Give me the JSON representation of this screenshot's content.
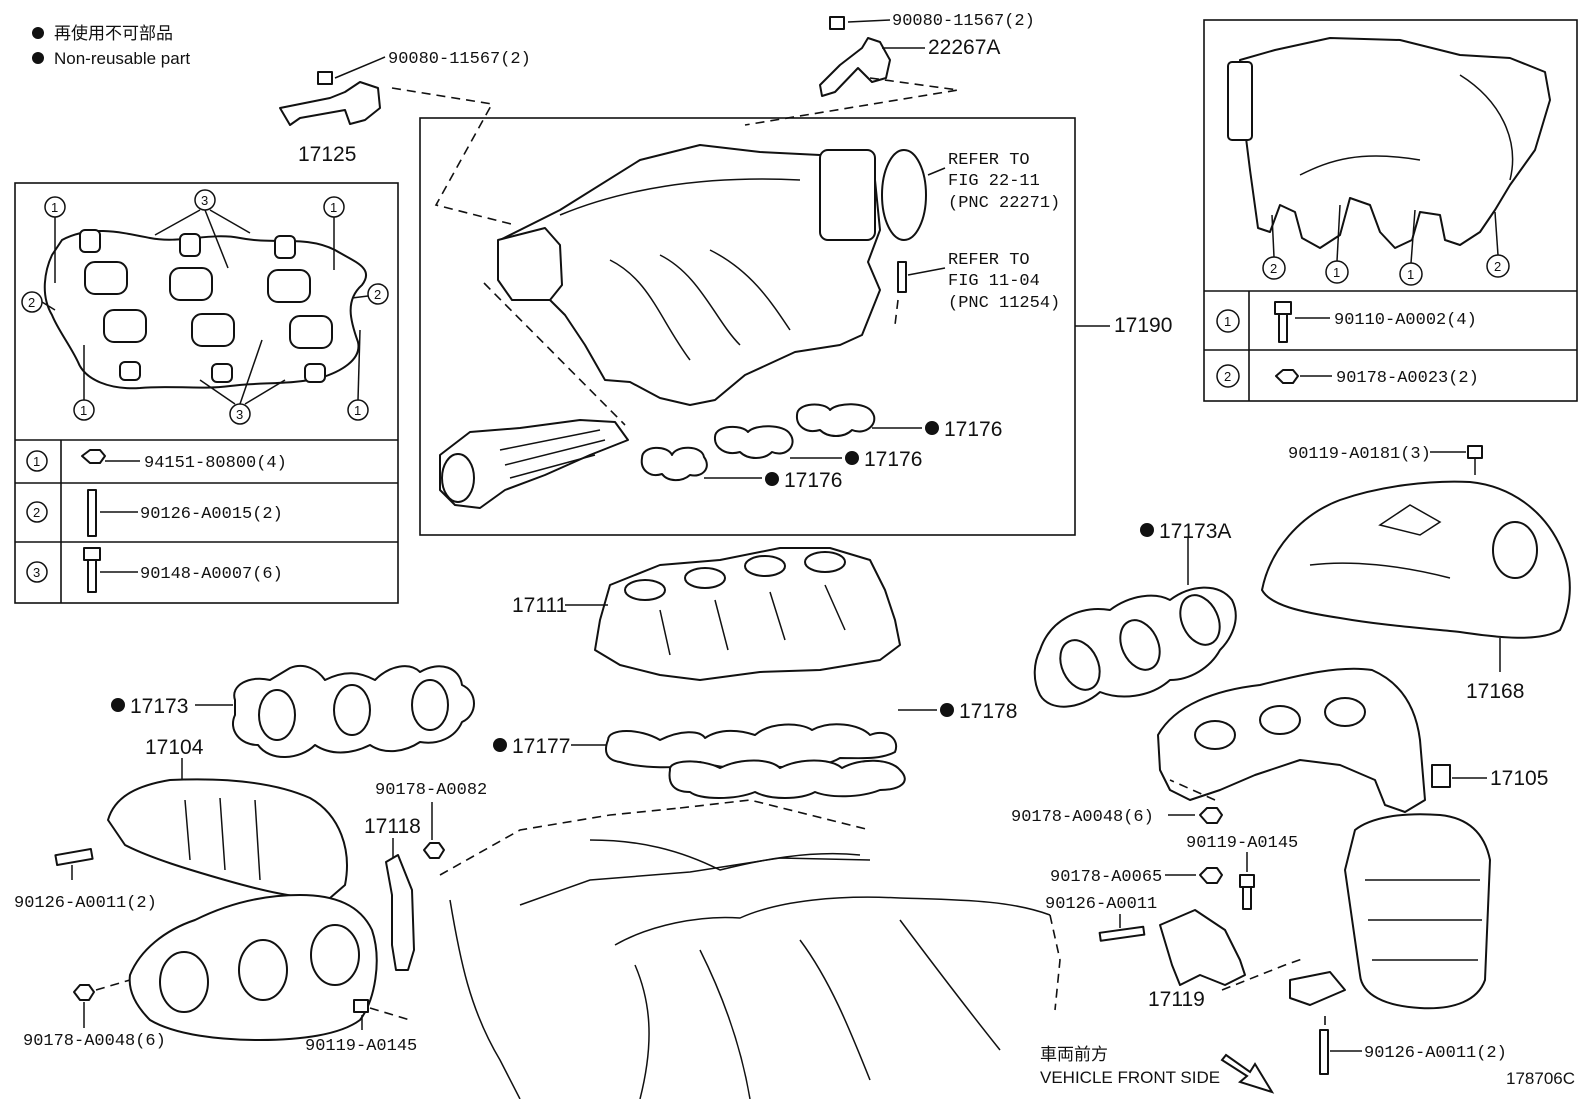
{
  "legend": {
    "line1": "再使用不可部品",
    "line2": "Non-reusable part"
  },
  "parts": {
    "p17125": "17125",
    "p90080a": "90080-11567(2)",
    "p90080b": "90080-11567(2)",
    "p22267A": "22267A",
    "p17190": "17190",
    "p17176a": "17176",
    "p17176b": "17176",
    "p17176c": "17176",
    "p17111": "17111",
    "p17173": "17173",
    "p17173A": "17173A",
    "p17177": "17177",
    "p17178": "17178",
    "p17104": "17104",
    "p17118": "17118",
    "p90178_0082": "90178-A0082",
    "p90126_0011_left": "90126-A0011(2)",
    "p90178_0048_left": "90178-A0048(6)",
    "p90119_0145_left": "90119-A0145",
    "p90119_0181": "90119-A0181(3)",
    "p17168": "17168",
    "p17105": "17105",
    "p90178_0048_right": "90178-A0048(6)",
    "p90119_0145_right": "90119-A0145",
    "p90178_0065": "90178-A0065",
    "p90126_0011_mid": "90126-A0011",
    "p17119": "17119",
    "p90126_0011_right": "90126-A0011(2)"
  },
  "refer1": {
    "l1": "REFER TO",
    "l2": "FIG 22-11",
    "l3": "(PNC 22271)"
  },
  "refer2": {
    "l1": "REFER TO",
    "l2": "FIG 11-04",
    "l3": "(PNC 11254)"
  },
  "left_table": {
    "c1": "1",
    "c2": "2",
    "c3": "3",
    "r1": "94151-80800(4)",
    "r2": "90126-A0015(2)",
    "r3": "90148-A0007(6)"
  },
  "right_table": {
    "c1": "1",
    "c2": "2",
    "r1": "90110-A0002(4)",
    "r2": "90178-A0023(2)"
  },
  "callouts": {
    "one": "1",
    "two": "2",
    "three": "3"
  },
  "direction": {
    "jp": "車両前方",
    "en": "VEHICLE FRONT SIDE"
  },
  "figure_id": "178706C"
}
